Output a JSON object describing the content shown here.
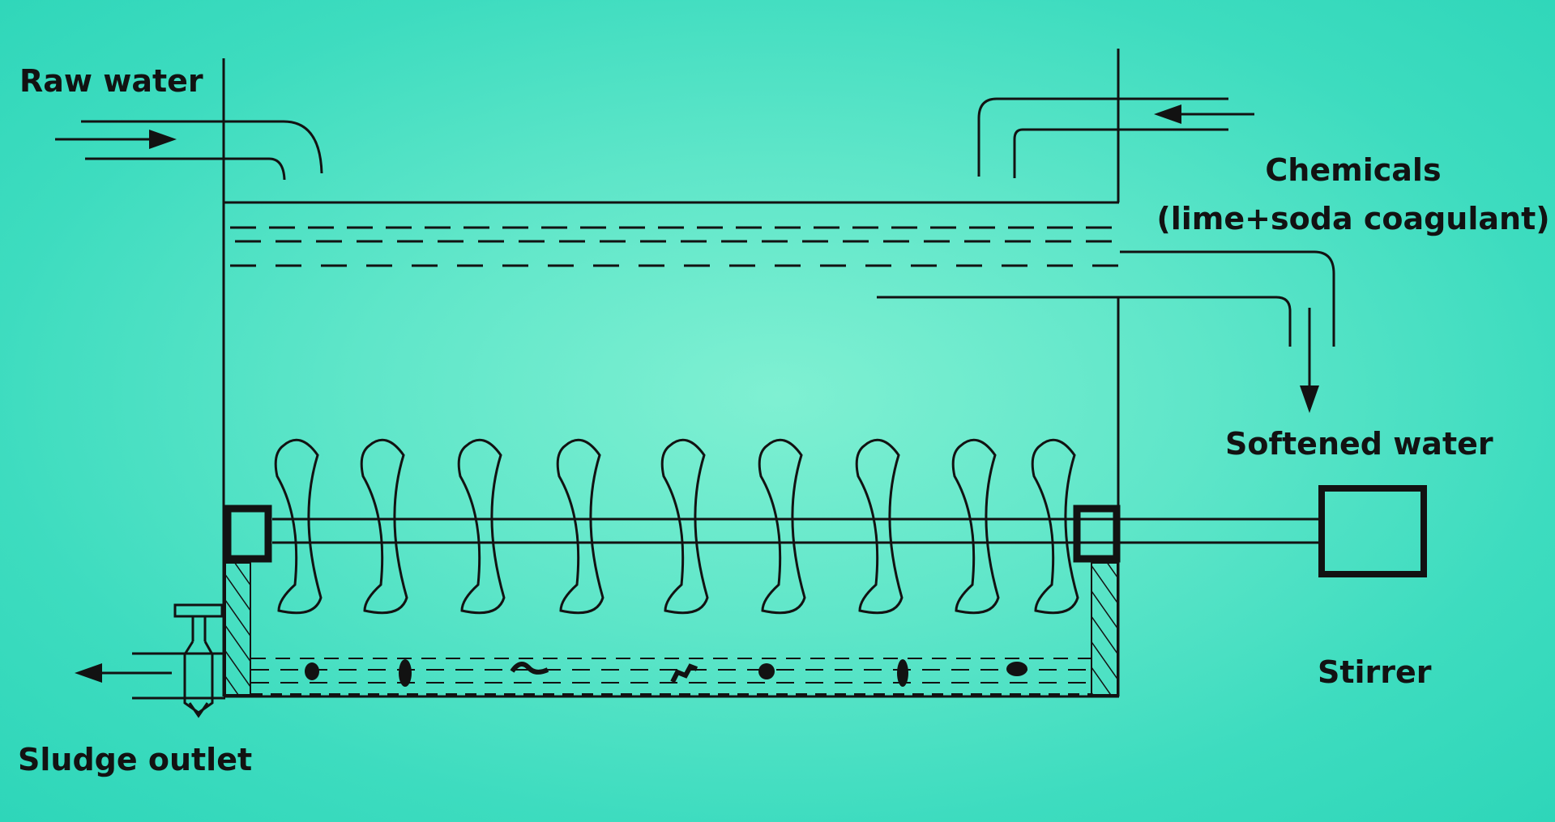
{
  "labels": {
    "raw_water": "Raw water",
    "chemicals": "Chemicals",
    "chemicals_detail": "(lime+soda coagulant)",
    "softened_water": "Softened water",
    "stirrer": "Stirrer",
    "sludge_outlet": "Sludge outlet"
  },
  "colors": {
    "background_center": "#7ff0d2",
    "background_edge": "#2ed6b9",
    "line": "#121212"
  },
  "icons": {
    "arrow": "arrowhead",
    "valve": "valve-icon",
    "motor": "motor-box"
  }
}
